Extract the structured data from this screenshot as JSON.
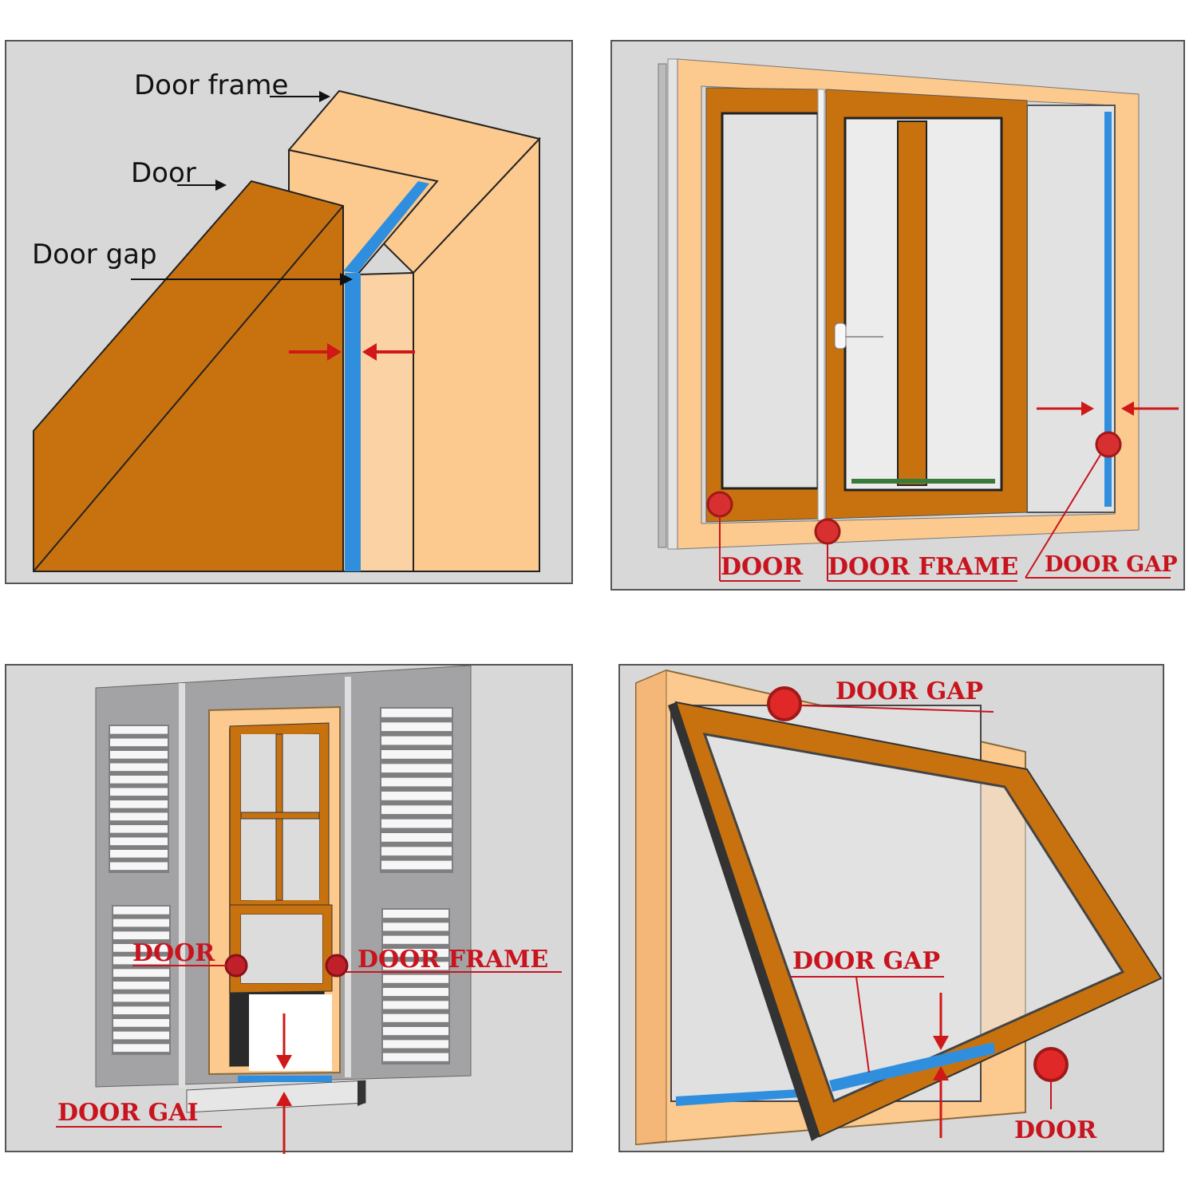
{
  "panels": [
    {
      "labels": {
        "frame": "Door frame",
        "door": "Door",
        "gap": "Door gap"
      }
    },
    {
      "labels": {
        "door": "DOOR",
        "frame": "DOOR FRAME",
        "gap": "DOOR GAP"
      }
    },
    {
      "labels": {
        "door": "DOOR",
        "frame": "DOOR FRAME",
        "gap": "DOOR GAI"
      }
    },
    {
      "labels": {
        "gap_top": "DOOR GAP",
        "gap_mid": "DOOR GAP",
        "door": "DOOR"
      }
    }
  ],
  "colors": {
    "background": "#d8d8d8",
    "door": "#c8720f",
    "frame": "#fcc98f",
    "gap_seal": "#2f8fde",
    "label_red": "#c8141e",
    "marker": "#c0202a",
    "shutter": "#9a9a9c"
  }
}
